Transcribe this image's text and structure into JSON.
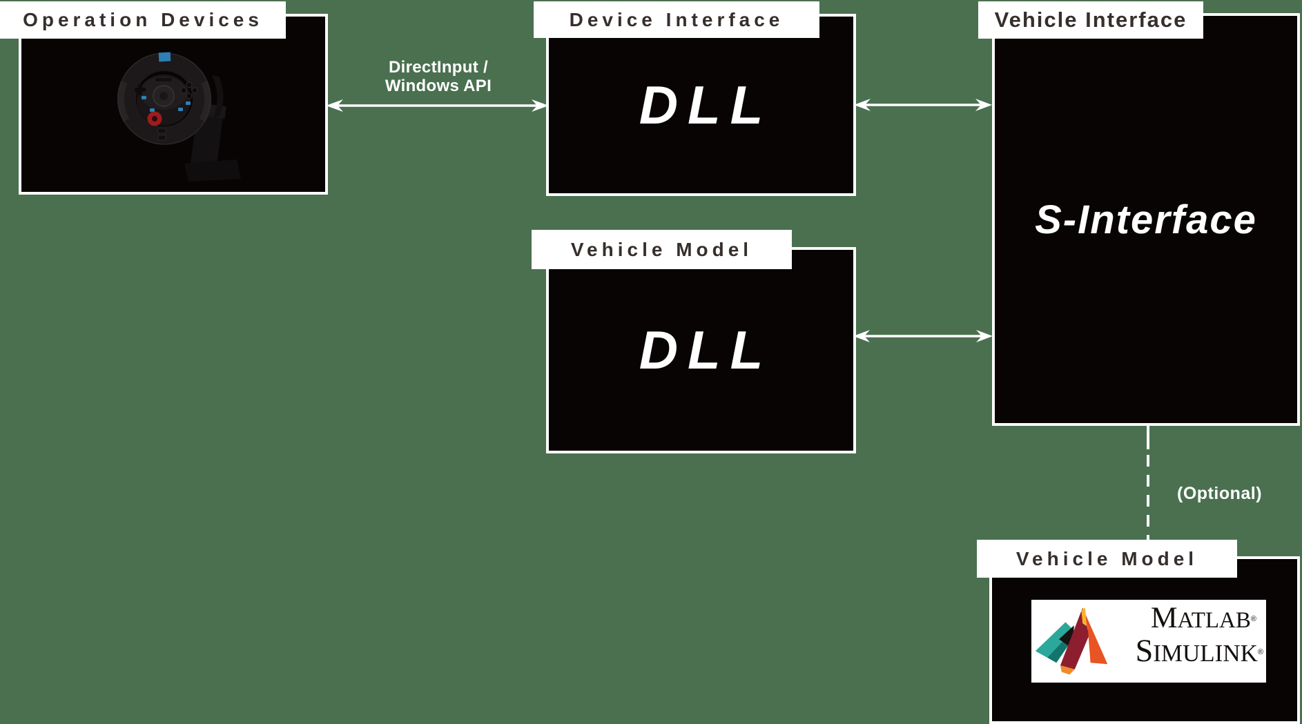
{
  "labels": {
    "operation_devices": "Operation Devices",
    "device_interface": "Device Interface",
    "vehicle_interface": "Vehicle Interface",
    "vehicle_model_top": "Vehicle Model",
    "vehicle_model_bottom": "Vehicle Model"
  },
  "boxes": {
    "device_interface_content": "DLL",
    "vehicle_model_content": "DLL",
    "vehicle_interface_content": "S-Interface"
  },
  "edges": {
    "direct_input_line1": "DirectInput /",
    "direct_input_line2": "Windows API",
    "optional": "(Optional)"
  },
  "logo": {
    "matlab": "MATLAB",
    "simulink": "SIMULINK",
    "registered": "®"
  },
  "icons": {
    "steering_wheel": "logitech-g29-steering-wheel-photo",
    "matlab_membrane": "matlab-membrane-logo"
  },
  "colors": {
    "background": "#4a7050",
    "box_fill": "#080404",
    "borders_and_arrows": "#ffffff",
    "label_text": "#362f2c",
    "wheel_accent_blue": "#2e7fb3",
    "wheel_dial_red": "#9e1b1e",
    "matlab_teal": "#2ba89b",
    "matlab_dark_teal": "#11756b",
    "matlab_red": "#8c1e2f",
    "matlab_orange": "#e85423",
    "matlab_yellow": "#f7b32b"
  }
}
